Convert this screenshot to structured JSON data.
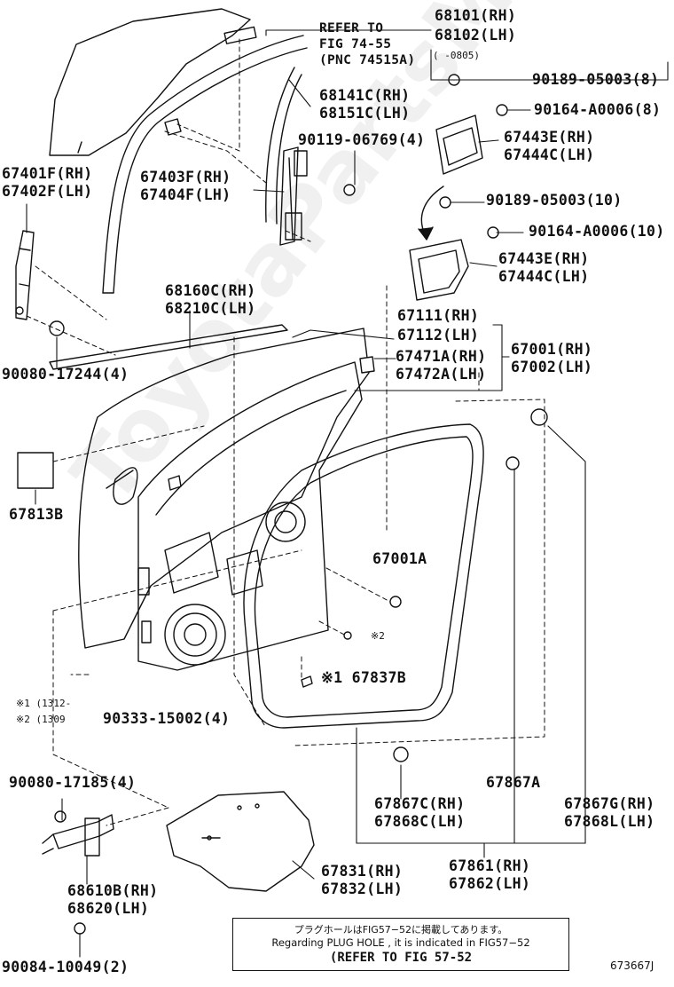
{
  "refer_fig_74_55": {
    "line1": "REFER TO",
    "line2": "FIG 74-55",
    "line3": "(PNC 74515A)"
  },
  "parts": {
    "p68101": "68101(RH)",
    "p68102": "68102(LH)",
    "date_0805": "(    -0805)",
    "p90189_8": "90189-05003(8)",
    "p90164_8": "90164-A0006(8)",
    "p68141c": "68141C(RH)",
    "p68151c": "68151C(LH)",
    "p90119": "90119-06769(4)",
    "p67443e_a": "67443E(RH)",
    "p67444c_a": "67444C(LH)",
    "p67401f": "67401F(RH)",
    "p67402f": "67402F(LH)",
    "p67403f": "67403F(RH)",
    "p67404f": "67404F(LH)",
    "p90189_10": "90189-05003(10)",
    "p90164_10": "90164-A0006(10)",
    "p67443e_b": "67443E(RH)",
    "p67444c_b": "67444C(LH)",
    "p68160c": "68160C(RH)",
    "p68210c": "68210C(LH)",
    "p67111": "67111(RH)",
    "p67112": "67112(LH)",
    "p90080_17244": "90080-17244(4)",
    "p67471a": "67471A(RH)",
    "p67472a": "67472A(LH)",
    "p67001": "67001(RH)",
    "p67002": "67002(LH)",
    "p67813b": "67813B",
    "p67001a": "67001A",
    "note_x2": "※2",
    "p67837b": "※1 67837B",
    "fn1": "※1 (1312-",
    "fn2": "※2 (1309",
    "p90333": "90333-15002(4)",
    "p90080_17185": "90080-17185(4)",
    "p67867a": "67867A",
    "p67867c": "67867C(RH)",
    "p67868c": "67868C(LH)",
    "p67867g": "67867G(RH)",
    "p67868l": "67868L(LH)",
    "p68610b": "68610B(RH)",
    "p68620": "68620(LH)",
    "p67831": "67831(RH)",
    "p67832": "67832(LH)",
    "p67861": "67861(RH)",
    "p67862": "67862(LH)",
    "p90084": "90084-10049(2)"
  },
  "plug_note": {
    "jp": "プラグホールはFIG57−52に掲載してあります。",
    "en": "Regarding  PLUG HOLE , it is  indicated  in  FIG57−52",
    "ref": "(REFER TO FIG 57-52"
  },
  "figure_id": "673667J",
  "watermark": "ToyotaPartsMore.ru"
}
